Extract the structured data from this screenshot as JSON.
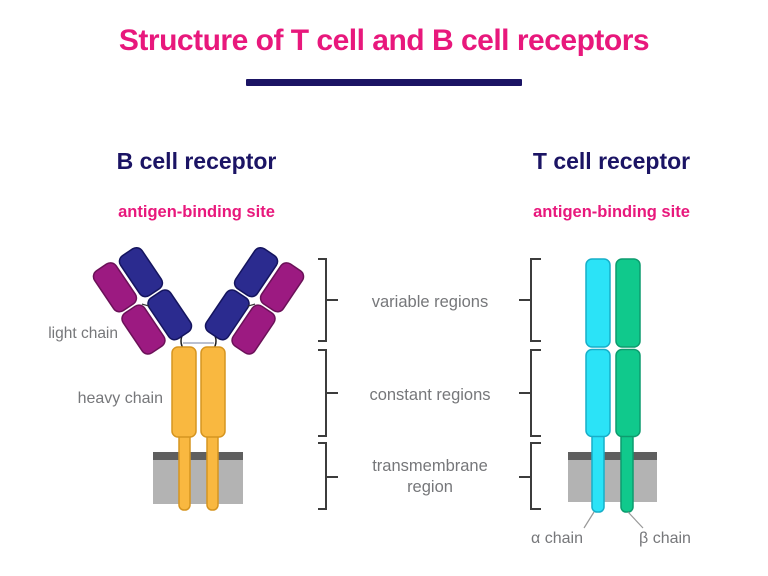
{
  "title": "Structure of T cell and B cell receptors",
  "b_cell": {
    "heading": "B cell receptor",
    "antigen_binding_site": "antigen-binding site",
    "light_chain_label": "light chain",
    "heavy_chain_label": "heavy chain"
  },
  "t_cell": {
    "heading": "T cell receptor",
    "antigen_binding_site": "antigen-binding site",
    "alpha_chain_label": "α chain",
    "beta_chain_label": "β chain"
  },
  "regions": {
    "variable": "variable regions",
    "constant": "constant regions",
    "transmembrane": "transmembrane region"
  },
  "colors": {
    "title_pink": "#E8187C",
    "navy": "#1B1464",
    "heavy_chain_blue": "#2B2B8F",
    "light_chain_purple": "#9C1A81",
    "heavy_chain_yellow": "#F9B840",
    "alpha_chain_cyan": "#2BE3F7",
    "beta_chain_green": "#10C98C",
    "membrane_gray": "#B3B3B3",
    "membrane_edge_gray": "#5F5F5F",
    "label_gray": "#76777A",
    "bracket_gray": "#3C3C3C"
  }
}
